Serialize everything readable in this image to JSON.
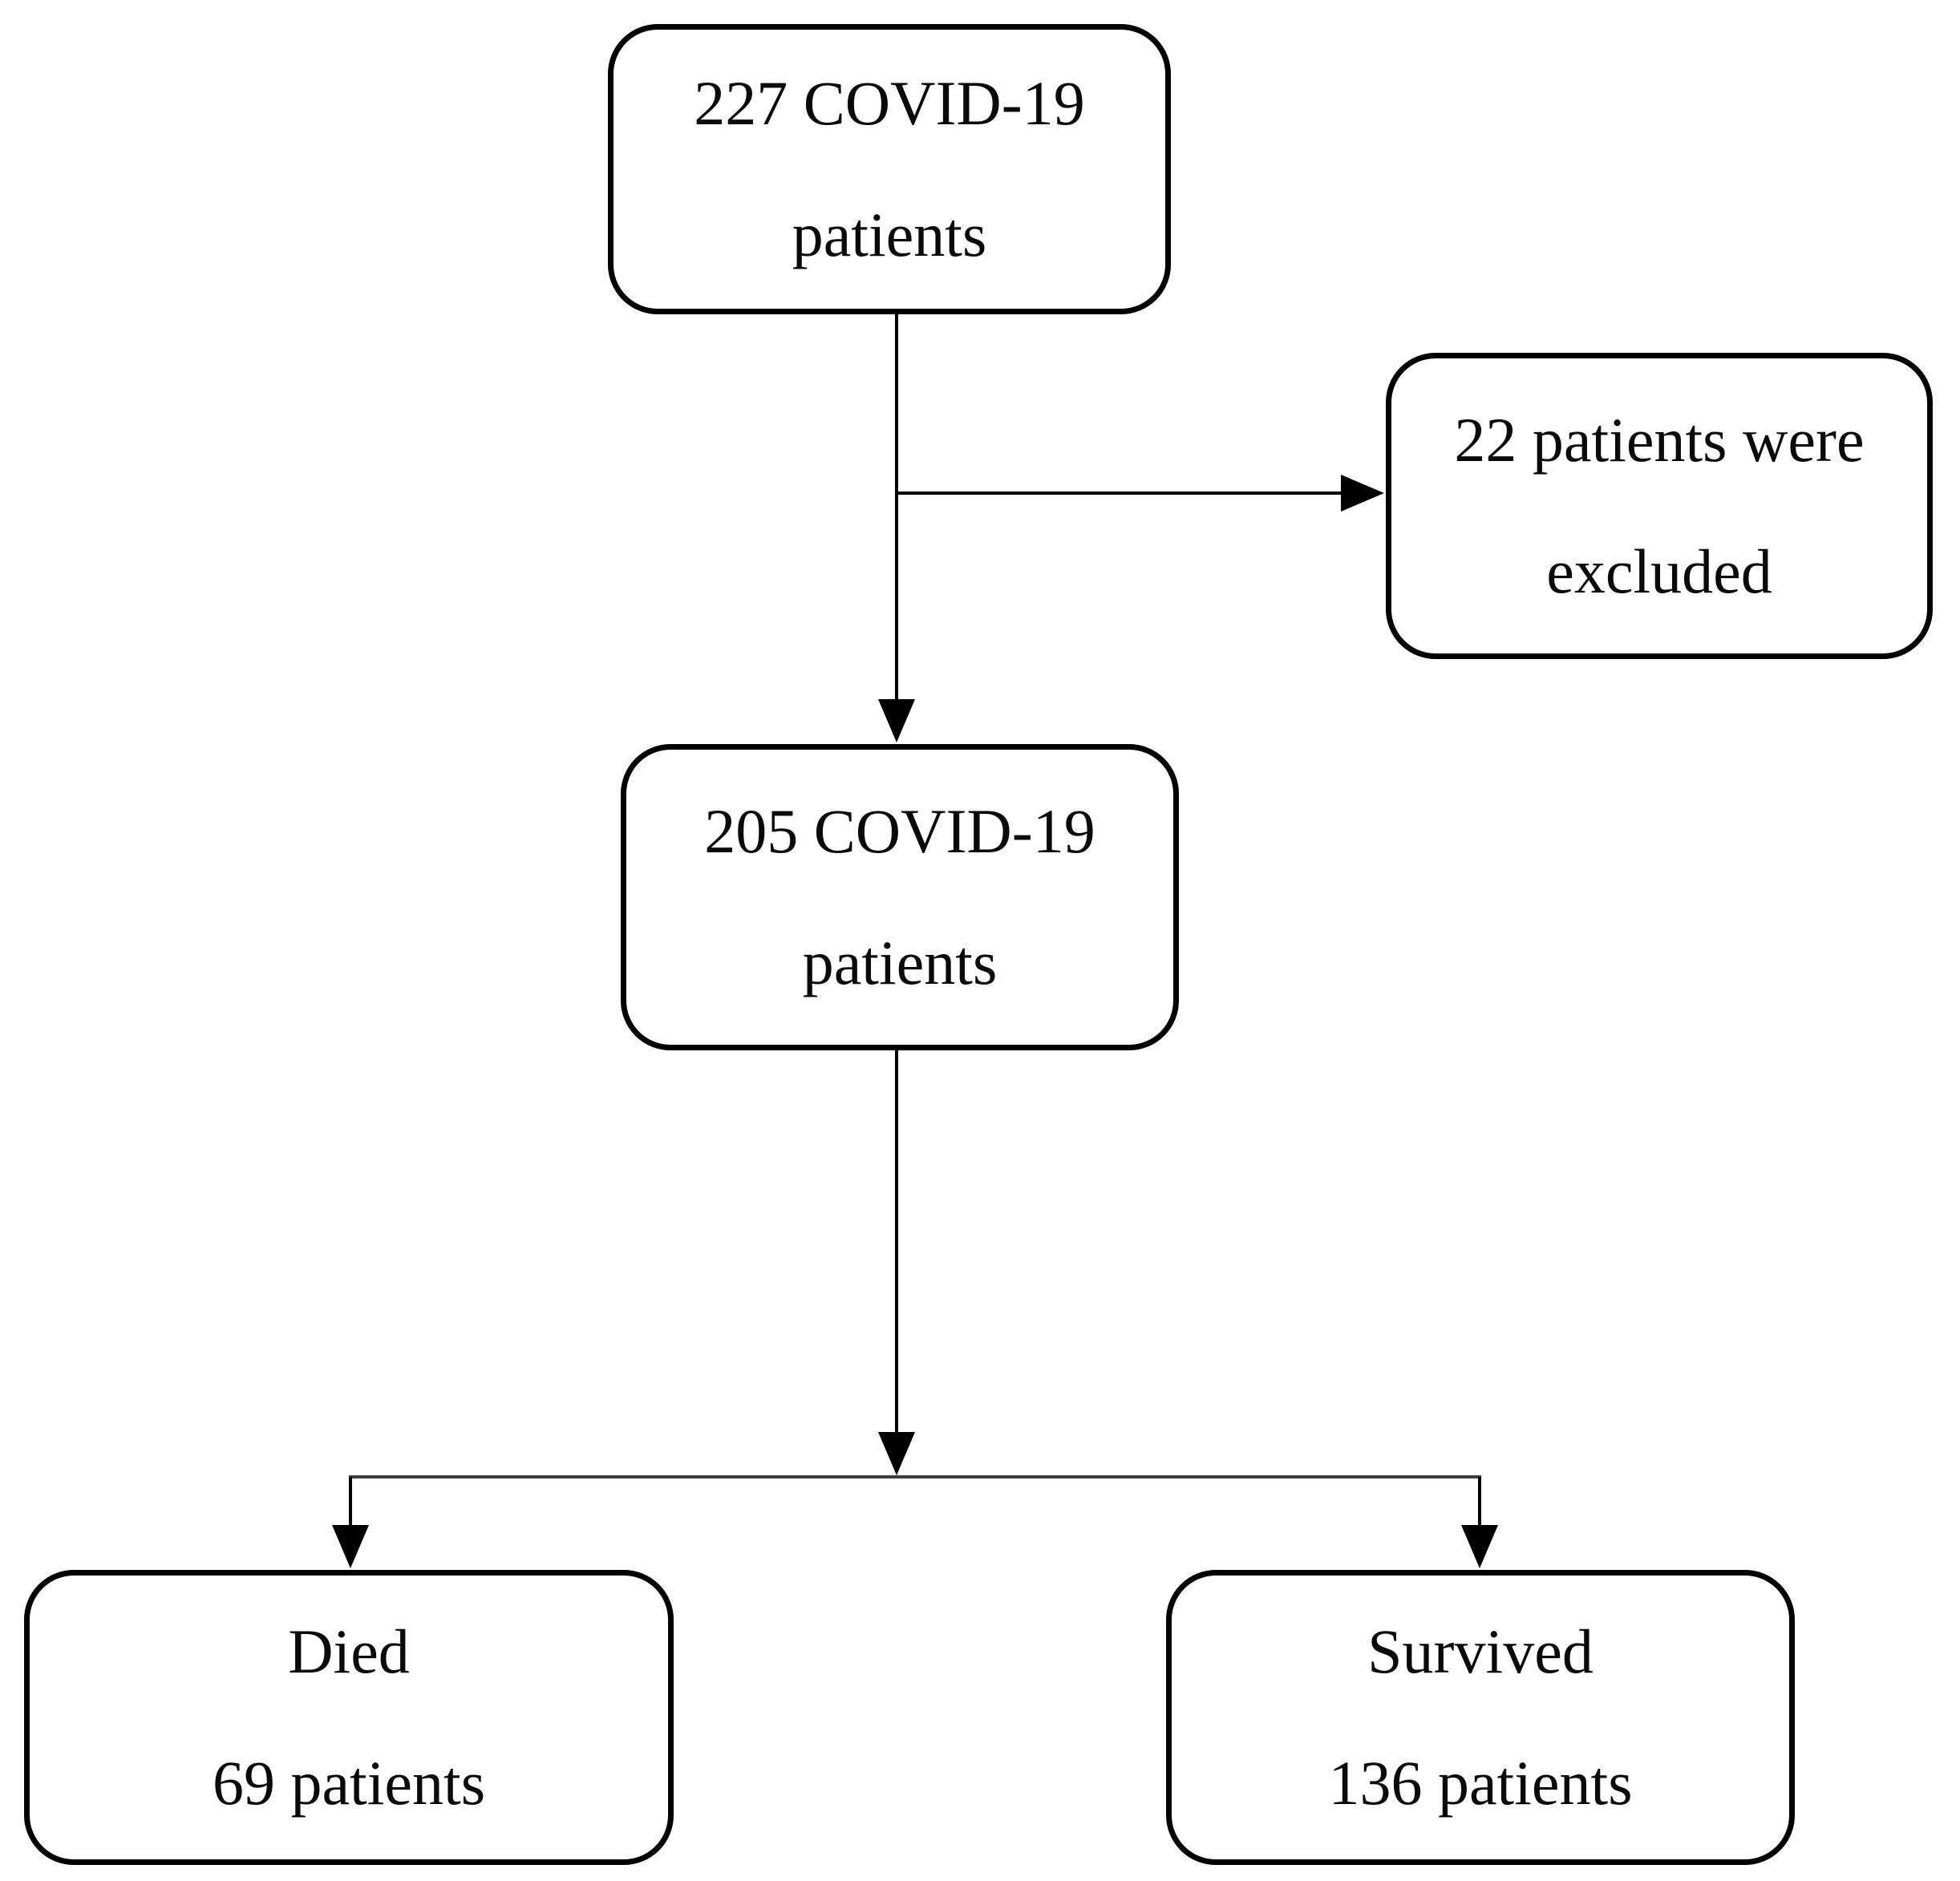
{
  "diagram": {
    "type": "flowchart",
    "title": "COVID-19 patient flow",
    "background_color": "#ffffff",
    "line_color": "#000000",
    "split_line_color": "#3d3d3d",
    "box_border_color": "#000000",
    "text_color": "#0a0a0a",
    "nodes": {
      "initial": {
        "line1": "227 COVID-19",
        "line2": "patients"
      },
      "excluded": {
        "line1": "22 patients were",
        "line2": "excluded"
      },
      "eligible": {
        "line1": "205 COVID-19",
        "line2": "patients"
      },
      "died": {
        "line1": "Died",
        "line2": "69 patients"
      },
      "survived": {
        "line1": "Survived",
        "line2": "136 patients"
      }
    },
    "edges": [
      {
        "from": "initial",
        "to": "eligible",
        "style": "arrow-down"
      },
      {
        "from": "initial",
        "to": "excluded",
        "style": "arrow-right-branch"
      },
      {
        "from": "eligible",
        "to": "died",
        "style": "arrow-down-branch"
      },
      {
        "from": "eligible",
        "to": "survived",
        "style": "arrow-down-branch"
      }
    ]
  }
}
